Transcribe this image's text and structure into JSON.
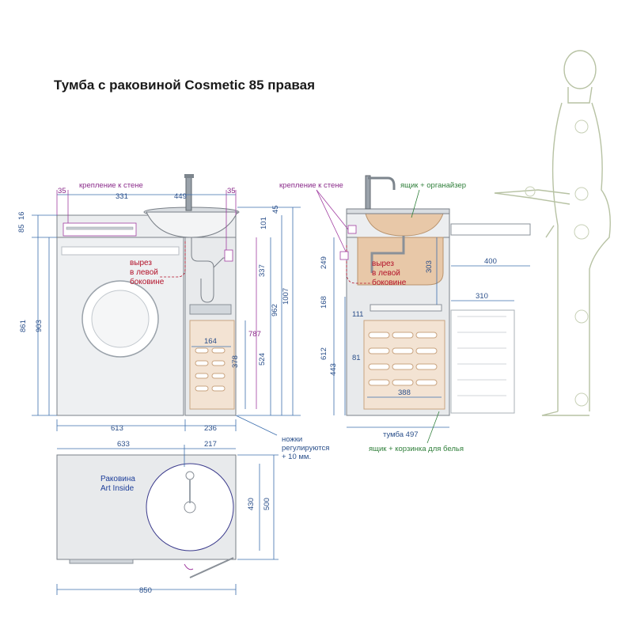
{
  "title": "Тумба с раковиной Cosmetic 85 правая",
  "front_view": {
    "dims_top": {
      "d35_left": "35",
      "d331": "331",
      "d449": "449",
      "d35_right": "35"
    },
    "wall_mount_label": "крепление к стене",
    "dims_left": {
      "d16": "16",
      "d85": "85",
      "d861": "861",
      "d903": "903"
    },
    "cutout_label": [
      "вырез",
      "в левой",
      "боковине"
    ],
    "dims_inner": {
      "d164": "164",
      "d378": "378",
      "d787": "787"
    },
    "dims_right": {
      "d101": "101",
      "d45": "45",
      "d337": "337",
      "d524": "524",
      "d962": "962",
      "d1007": "1007"
    },
    "dims_bottom": {
      "d613": "613",
      "d236": "236"
    },
    "feet_label": [
      "ножки",
      "регулируются",
      "+ 10 мм."
    ]
  },
  "side_view": {
    "wall_mount_label": "крепление к стене",
    "drawer_organizer_label": "ящик + органайзер",
    "cutout_label": [
      "вырез",
      "в левой",
      "боковине"
    ],
    "dims": {
      "d249": "249",
      "d303": "303",
      "d400": "400",
      "d310": "310",
      "d168": "168",
      "d111": "111",
      "d612": "612",
      "d443": "443",
      "d81": "81",
      "d388": "388"
    },
    "cabinet_label": "тумба 497",
    "drawer_basket_label": "ящик + корзинка для белья"
  },
  "top_view": {
    "dims": {
      "d633": "633",
      "d217": "217",
      "d430": "430",
      "d500": "500",
      "d850": "850"
    },
    "sink_label": [
      "Раковина",
      "Art Inside"
    ]
  },
  "colors": {
    "dimension": "#2a4f8a",
    "wall_mount": "#8a2a8a",
    "drawer": "#2f7f3a",
    "cutout": "#b3122a",
    "wood": "#e8c8a8",
    "panel": "#e8eaec"
  }
}
